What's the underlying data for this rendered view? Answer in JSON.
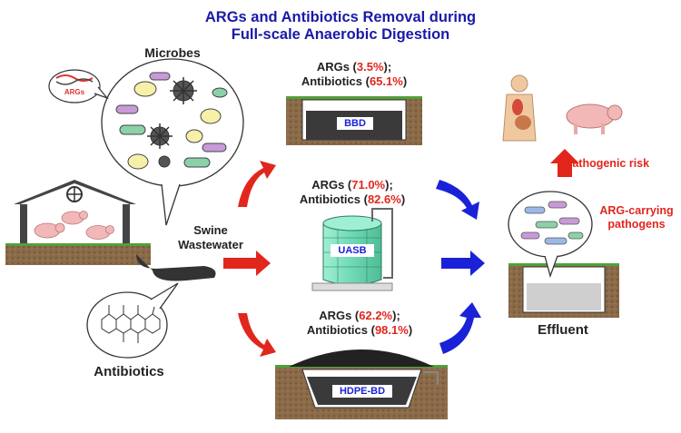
{
  "title": {
    "line1": "ARGs and Antibiotics Removal during",
    "line2": "Full-scale Anaerobic Digestion"
  },
  "microbes": {
    "label": "Microbes",
    "args_bubble": "ARGs"
  },
  "swine_wastewater": {
    "line1": "Swine",
    "line2": "Wastewater"
  },
  "antibiotics_label": "Antibiotics",
  "digesters": {
    "bbd": {
      "name": "BBD",
      "args_prefix": "ARGs (",
      "args_value": "3.5%",
      "args_suffix": ");",
      "antibiotics_prefix": "Antibiotics (",
      "antibiotics_value": "65.1%",
      "antibiotics_suffix": ")"
    },
    "uasb": {
      "name": "UASB",
      "args_prefix": "ARGs (",
      "args_value": "71.0%",
      "args_suffix": ");",
      "antibiotics_prefix": "Antibiotics (",
      "antibiotics_value": "82.6%",
      "antibiotics_suffix": ")"
    },
    "hdpe": {
      "name": "HDPE-BD",
      "args_prefix": "ARGs (",
      "args_value": "62.2%",
      "args_suffix": ");",
      "antibiotics_prefix": "Antibiotics (",
      "antibiotics_value": "98.1%",
      "antibiotics_suffix": ")"
    }
  },
  "effluent_label": "Effluent",
  "pathogenic_risk": "Pathogenic risk",
  "arg_carrying": {
    "line1": "ARG-carrying",
    "line2": "pathogens"
  },
  "colors": {
    "title": "#1a1aa8",
    "red_arrow": "#e1261c",
    "blue_arrow": "#1a22d8",
    "highlight": "#e1261c",
    "uasb_tank": "#7fe0c0",
    "soil": "#8a6a48"
  }
}
